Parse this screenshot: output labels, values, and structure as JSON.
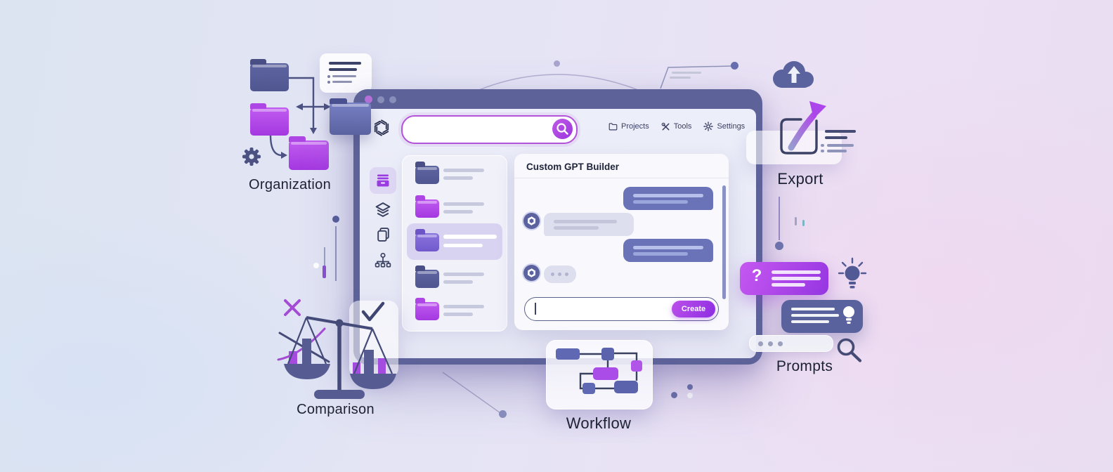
{
  "window": {
    "titlebar_dot_colors": [
      "#b671d8",
      "#888dba",
      "#888dba"
    ],
    "nav_items": [
      {
        "icon": "folder-icon",
        "label": "Projects"
      },
      {
        "icon": "tools-icon",
        "label": "Tools"
      },
      {
        "icon": "gear-icon",
        "label": "Settings"
      }
    ],
    "search": {
      "value": "",
      "icon": "search-icon"
    },
    "sidebar_items": [
      {
        "icon": "archive-icon",
        "active": true
      },
      {
        "icon": "layers-icon",
        "active": false
      },
      {
        "icon": "copy-icon",
        "active": false
      },
      {
        "icon": "hierarchy-icon",
        "active": false
      }
    ],
    "folder_list": [
      {
        "folder_color": "slate",
        "selected": false
      },
      {
        "folder_color": "purple",
        "selected": false
      },
      {
        "folder_color": "violet",
        "selected": true
      },
      {
        "folder_color": "slate",
        "selected": false
      },
      {
        "folder_color": "purple",
        "selected": false
      }
    ],
    "builder": {
      "title": "Custom GPT Builder",
      "messages": [
        {
          "role": "user"
        },
        {
          "role": "assistant"
        },
        {
          "role": "user"
        },
        {
          "role": "assistant",
          "status": "typing"
        }
      ],
      "input_value": "",
      "create_label": "Create"
    }
  },
  "illustrations": {
    "organization": {
      "label": "Organization"
    },
    "comparison": {
      "label": "Comparison"
    },
    "workflow": {
      "label": "Workflow"
    },
    "export": {
      "label": "Export"
    },
    "prompts": {
      "label": "Prompts",
      "question_glyph": "?"
    }
  },
  "colors": {
    "background_left": "#dce4f1",
    "background_right": "#eedff2",
    "window_frame": "#5d6399",
    "window_bg": "#e9eaf6",
    "accent_purple": "#a63ee4",
    "slate_blue": "#565c92",
    "search_border": "#b253d8",
    "create_gradient_start": "#bb50ea",
    "create_gradient_end": "#8d2de2",
    "selected_row_bg": "#d8d3f0",
    "skeleton_line": "#c7cade",
    "user_bubble": "#6a73b8",
    "assistant_bubble": "#dddeee",
    "label_text": "#1c2133"
  }
}
